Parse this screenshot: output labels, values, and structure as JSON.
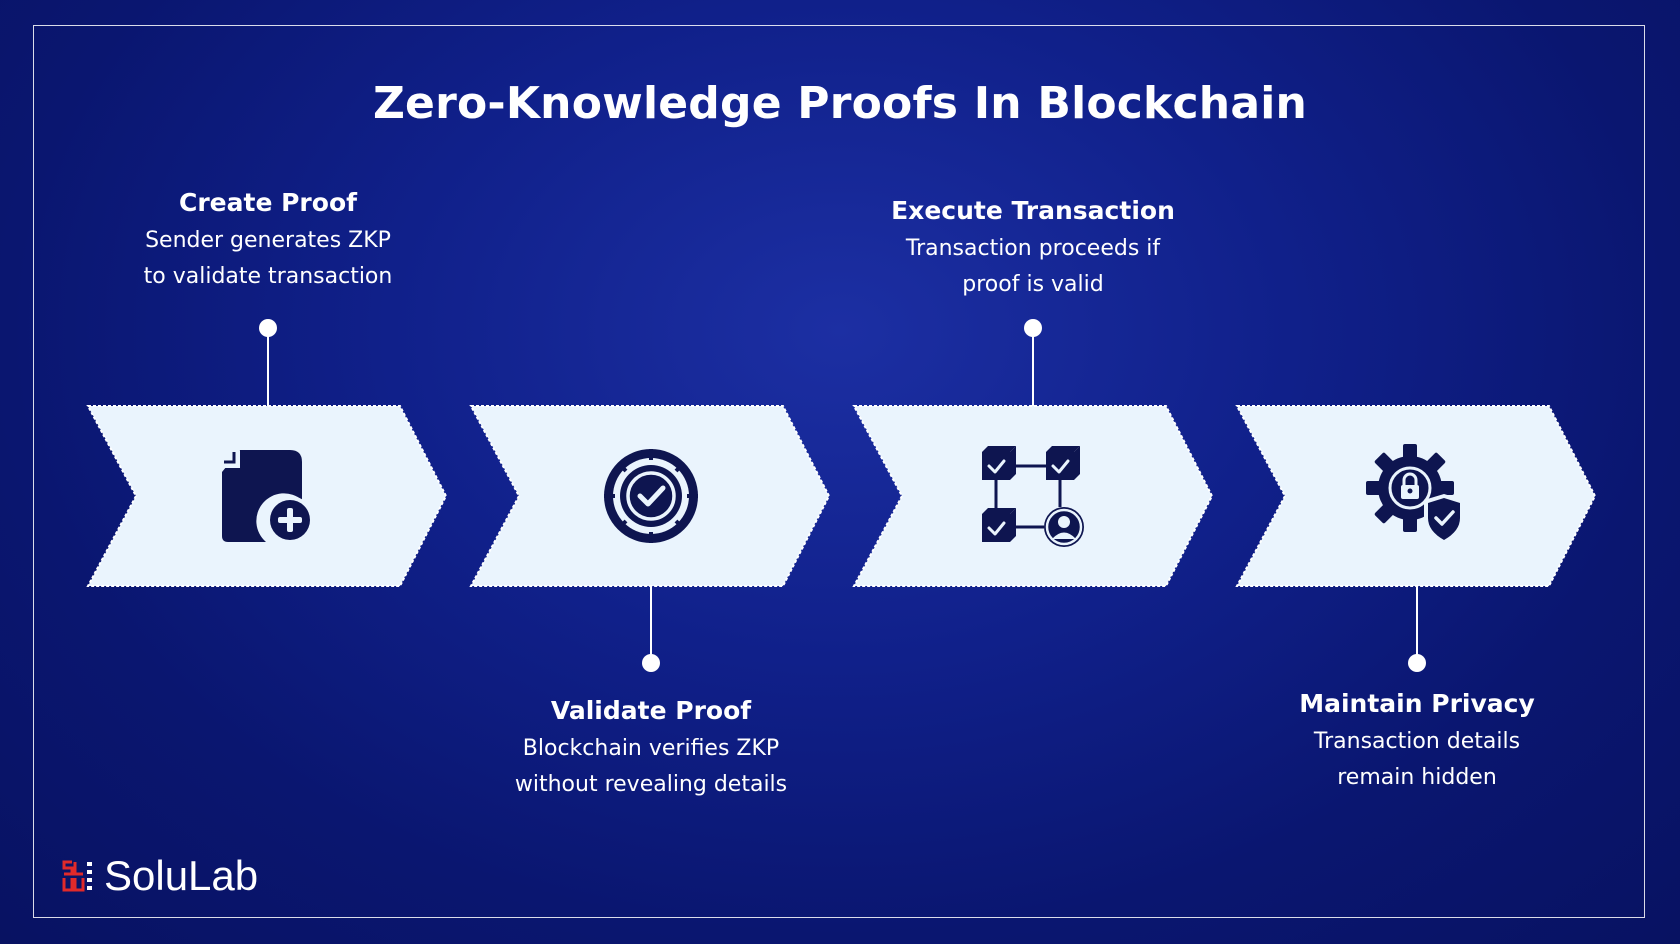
{
  "title": "Zero-Knowledge Proofs In Blockchain",
  "steps": [
    {
      "title": "Create Proof",
      "description": "Sender generates ZKP\nto validate transaction",
      "icon": "document-plus-icon"
    },
    {
      "title": "Validate Proof",
      "description": "Blockchain verifies ZKP\nwithout revealing details",
      "icon": "check-circle-icon"
    },
    {
      "title": "Execute Transaction",
      "description": "Transaction proceeds if\nproof is valid",
      "icon": "blockchain-network-icon"
    },
    {
      "title": "Maintain Privacy",
      "description": "Transaction details\nremain hidden",
      "icon": "gear-lock-shield-icon"
    }
  ],
  "logo": {
    "text": "SoluLab"
  },
  "colors": {
    "background": "#0d1a7a",
    "chevron": "#eaf4fd",
    "icon": "#0e1550",
    "logo_red": "#e02a2a"
  }
}
